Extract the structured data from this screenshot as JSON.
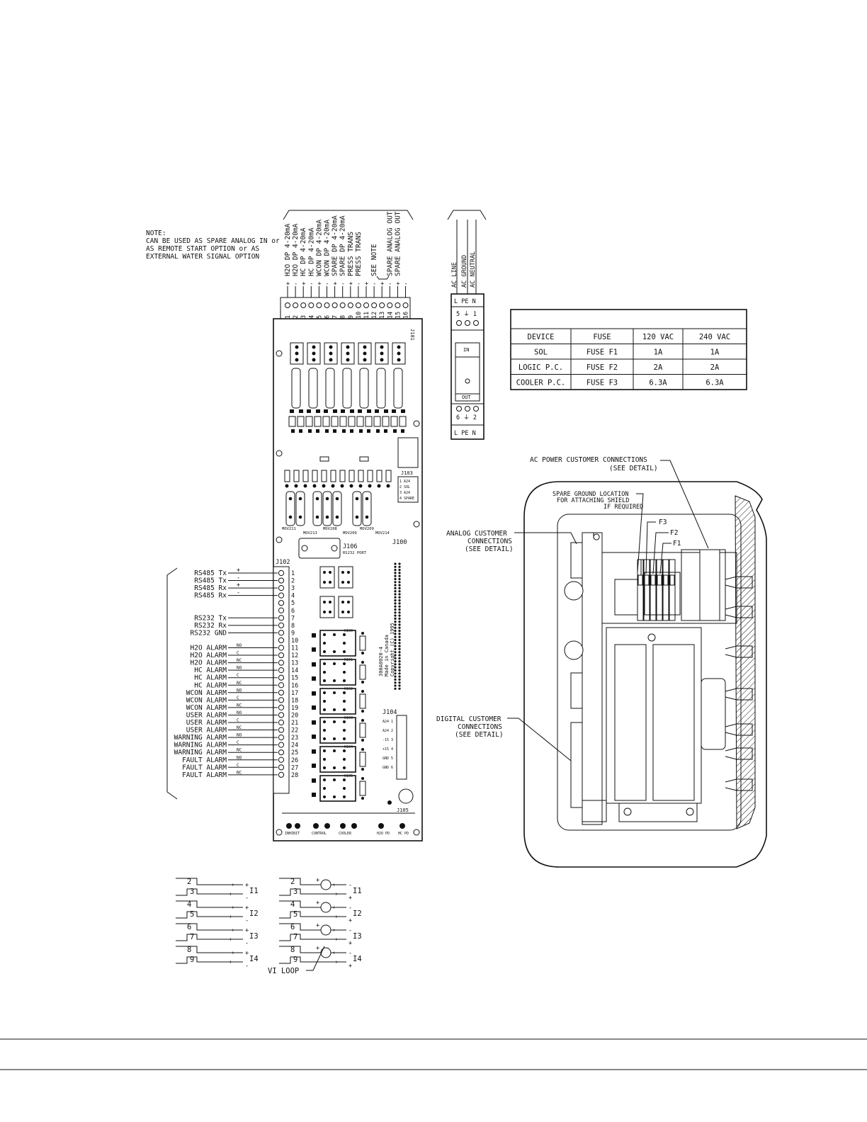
{
  "note": {
    "lines": [
      "NOTE:",
      "CAN BE USED AS SPARE ANALOG IN or",
      "AS REMOTE START OPTION or AS",
      "EXTERNAL WATER SIGNAL OPTION"
    ]
  },
  "analog_terminals": {
    "labels": [
      "H2O DP 4-20mA",
      "H2O DP 4-20mA",
      "HC DP 4-20mA",
      "HC DP 4-20mA",
      "WCON DP 4-20mA",
      "WCON DP 4-20mA",
      "SPARE DP 4-20mA",
      "SPARE DP 4-20mA",
      "PRESS TRANS",
      "PRESS TRANS",
      "",
      "SEE NOTE",
      "",
      "SPARE ANALOG OUT",
      "SPARE ANALOG OUT",
      ""
    ],
    "polarity": [
      "+",
      "-",
      "+",
      "-",
      "+",
      "-",
      "+",
      "-",
      "+",
      "-",
      "+",
      "-",
      "+",
      "-",
      "+",
      "-"
    ],
    "numbers": [
      "1",
      "2",
      "3",
      "4",
      "5",
      "6",
      "7",
      "8",
      "9",
      "10",
      "11",
      "12",
      "13",
      "14",
      "15",
      "16"
    ],
    "connector": "J101"
  },
  "ac_terminals": {
    "labels": [
      "AC LINE",
      "AC GROUND",
      "AC NEUTRAL"
    ],
    "top_block": "L PE N",
    "top_nums": "5 ⏚ 1",
    "switch_in": "IN",
    "switch_out": "OUT",
    "bottom_nums": "6 ⏚ 2",
    "bottom_block": "L PE N"
  },
  "fuse_table": {
    "headers": [
      "DEVICE",
      "FUSE",
      "120 VAC",
      "240 VAC"
    ],
    "rows": [
      [
        "SOL",
        "FUSE F1",
        "1A",
        "1A"
      ],
      [
        "LOGIC P.C.",
        "FUSE F2",
        "2A",
        "2A"
      ],
      [
        "COOLER P.C.",
        "FUSE F3",
        "6.3A",
        "6.3A"
      ]
    ]
  },
  "board": {
    "j102": "J102",
    "j103": "J103",
    "j104": "J104",
    "j105": "J105",
    "j106": "J106",
    "rs232_port": "RS232 PORT",
    "j100": "J100",
    "copyright": [
      "300A0020-4",
      "Made in Canada",
      "Copyright (C) 1995"
    ],
    "mov_labels": [
      "MOV211",
      "MOV213",
      "MOV208",
      "MOV209",
      "MOV209",
      "MOV214"
    ],
    "bottom_tps": [
      "INHIBIT",
      "CONTROL",
      "COOLER",
      "H2O PD",
      "HC PD"
    ],
    "j103_rows": [
      "1 A24",
      "2 SOL",
      "3 A24",
      "4 SPARE"
    ],
    "j104_rows": [
      "A24 1",
      "A24 2",
      "-15 3",
      "+15 4",
      "GND 5",
      "GND 6"
    ],
    "relays": [
      "K100",
      "K101",
      "K102",
      "K103",
      "K104",
      "K105"
    ]
  },
  "digital_terminals": [
    {
      "label": "RS485 Tx",
      "sign": "+",
      "num": "1"
    },
    {
      "label": "RS485 Tx",
      "sign": "-",
      "num": "2"
    },
    {
      "label": "RS485 Rx",
      "sign": "+",
      "num": "3"
    },
    {
      "label": "RS485 Rx",
      "sign": "-",
      "num": "4"
    },
    {
      "label": "",
      "sign": "",
      "num": "5"
    },
    {
      "label": "",
      "sign": "",
      "num": "6"
    },
    {
      "label": "RS232 Tx",
      "sign": "",
      "num": "7"
    },
    {
      "label": "RS232 Rx",
      "sign": "",
      "num": "8"
    },
    {
      "label": "RS232 GND",
      "sign": "",
      "num": "9"
    },
    {
      "label": "",
      "sign": "",
      "num": "10"
    },
    {
      "label": "H2O ALARM",
      "sign": "NO",
      "num": "11"
    },
    {
      "label": "H2O ALARM",
      "sign": "C",
      "num": "12"
    },
    {
      "label": "H2O ALARM",
      "sign": "NC",
      "num": "13"
    },
    {
      "label": "HC ALARM",
      "sign": "NO",
      "num": "14"
    },
    {
      "label": "HC ALARM",
      "sign": "C",
      "num": "15"
    },
    {
      "label": "HC ALARM",
      "sign": "NC",
      "num": "16"
    },
    {
      "label": "WCON ALARM",
      "sign": "NO",
      "num": "17"
    },
    {
      "label": "WCON ALARM",
      "sign": "C",
      "num": "18"
    },
    {
      "label": "WCON ALARM",
      "sign": "NC",
      "num": "19"
    },
    {
      "label": "USER ALARM",
      "sign": "NO",
      "num": "20"
    },
    {
      "label": "USER ALARM",
      "sign": "C",
      "num": "21"
    },
    {
      "label": "USER ALARM",
      "sign": "NC",
      "num": "22"
    },
    {
      "label": "WARNING ALARM",
      "sign": "NO",
      "num": "23"
    },
    {
      "label": "WARNING ALARM",
      "sign": "C",
      "num": "24"
    },
    {
      "label": "WARNING ALARM",
      "sign": "NC",
      "num": "25"
    },
    {
      "label": "FAULT ALARM",
      "sign": "NO",
      "num": "26"
    },
    {
      "label": "FAULT ALARM",
      "sign": "C",
      "num": "27"
    },
    {
      "label": "FAULT ALARM",
      "sign": "NC",
      "num": "28"
    }
  ],
  "loops": {
    "left": {
      "nums": [
        "2",
        "3",
        "4",
        "5",
        "6",
        "7",
        "8",
        "9"
      ],
      "currents": [
        "I1",
        "I2",
        "I3",
        "I4"
      ]
    },
    "right": {
      "nums": [
        "2",
        "3",
        "4",
        "5",
        "6",
        "7",
        "8",
        "9"
      ],
      "currents": [
        "I1",
        "I2",
        "I3",
        "I4"
      ]
    },
    "vi_loop": "VI LOOP"
  },
  "enclosure": {
    "callouts": {
      "ac_power": [
        "AC POWER CUSTOMER CONNECTIONS",
        "(SEE DETAIL)"
      ],
      "spare_ground": [
        "SPARE GROUND LOCATION",
        "FOR ATTACHING SHIELD",
        "IF REQUIRED"
      ],
      "analog": [
        "ANALOG CUSTOMER",
        "CONNECTIONS",
        "(SEE DETAIL)"
      ],
      "digital": [
        "DIGITAL CUSTOMER",
        "CONNECTIONS",
        "(SEE DETAIL)"
      ],
      "fuses": [
        "F3",
        "F2",
        "F1"
      ]
    }
  }
}
